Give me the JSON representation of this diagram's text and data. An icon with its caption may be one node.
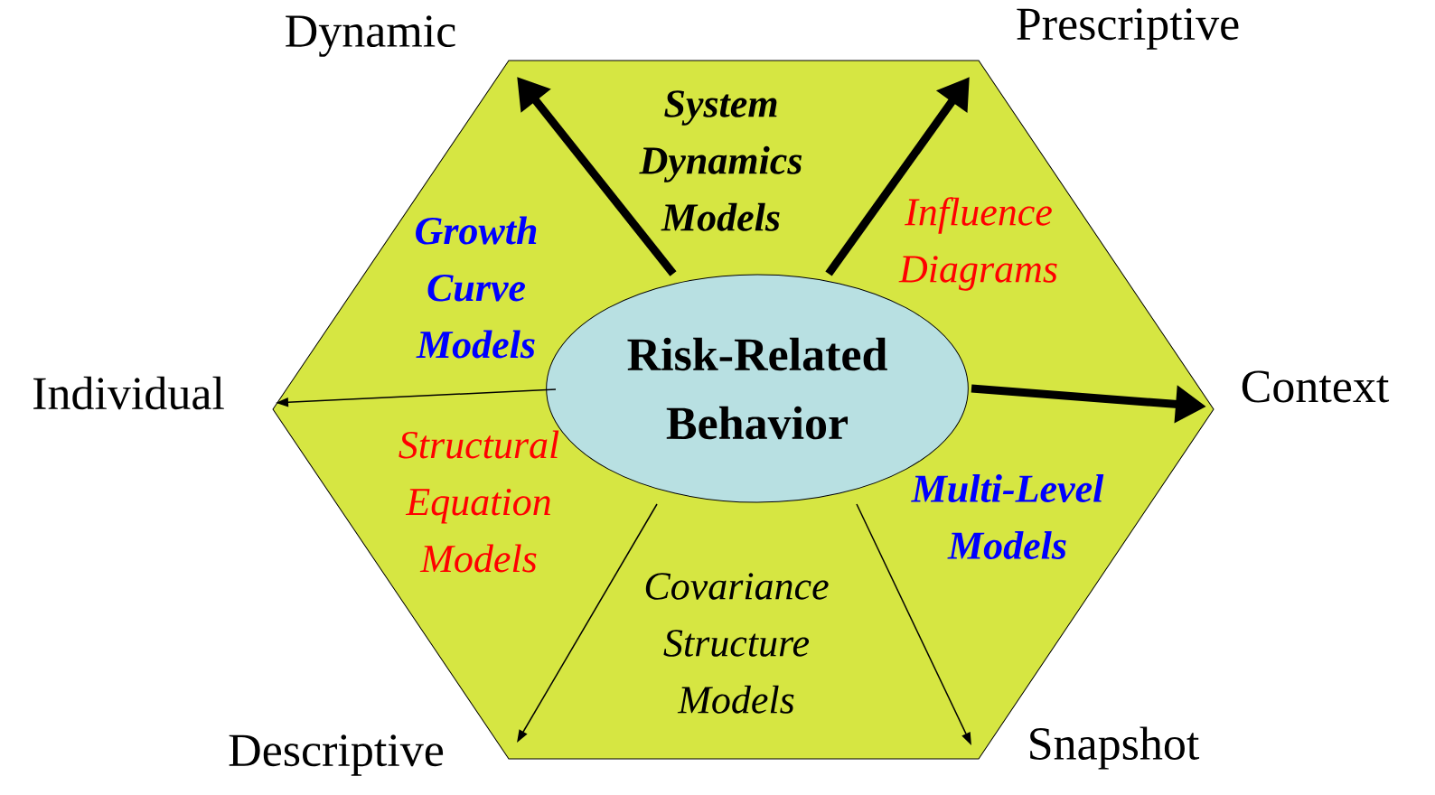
{
  "diagram": {
    "nodes": [
      {
        "text": [
          "System Dynamics Models",
          "Growth Curve Models",
          "Influence Diagrams",
          "Structural Equation Models",
          "Multi-Level Models",
          "Covariance Structure Models"
        ]
      },
      {
        "text": [
          "Risk-Related Behavior"
        ],
        "in": 0
      },
      {
        "text": [
          "Dynamic"
        ]
      },
      {
        "text": [
          "Prescriptive"
        ]
      },
      {
        "text": [
          "Individual"
        ]
      },
      {
        "text": [
          "Context"
        ]
      },
      {
        "text": [
          "Descriptive"
        ]
      },
      {
        "text": [
          "Snapshot"
        ]
      }
    ],
    "edges": [
      {
        "from": 1,
        "to": 2,
        "arrow": "to",
        "style": "thick"
      },
      {
        "from": 1,
        "to": 3,
        "arrow": "to",
        "style": "thick"
      },
      {
        "from": 1,
        "to": 4,
        "arrow": "to"
      },
      {
        "from": 1,
        "to": 5,
        "arrow": "to",
        "style": "thick"
      },
      {
        "from": 1,
        "to": 6,
        "arrow": "to"
      },
      {
        "from": 1,
        "to": 7,
        "arrow": "to"
      }
    ]
  }
}
